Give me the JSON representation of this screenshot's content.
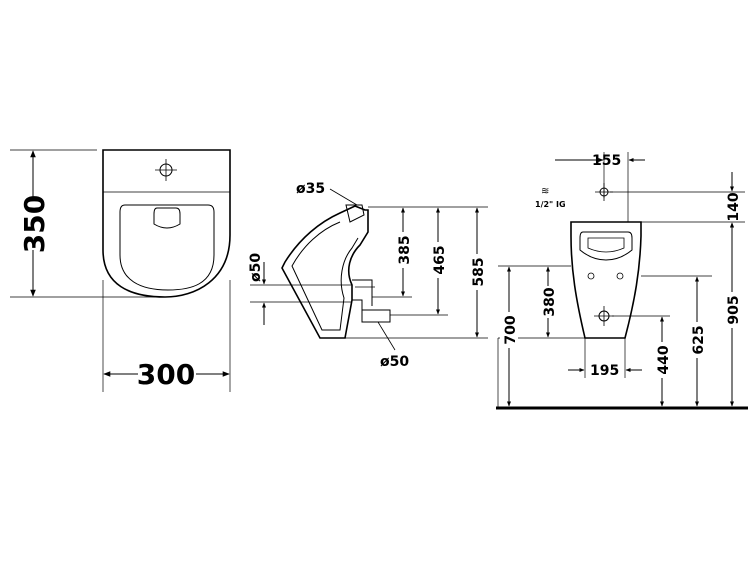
{
  "front_view": {
    "height_label": "350",
    "width_label": "300"
  },
  "side_view": {
    "inlet_diameter_label": "ø35",
    "side_diameter_label": "ø50",
    "outlet_diameter_label": "ø50",
    "dim_385": "385",
    "dim_465": "465",
    "dim_585": "585"
  },
  "install_view": {
    "dim_155": "155",
    "water_symbol": "≋",
    "thread_label": "1/2\" IG",
    "dim_140": "140",
    "dim_380": "380",
    "dim_700": "700",
    "dim_195": "195",
    "dim_440": "440",
    "dim_625": "625",
    "dim_905": "905"
  }
}
